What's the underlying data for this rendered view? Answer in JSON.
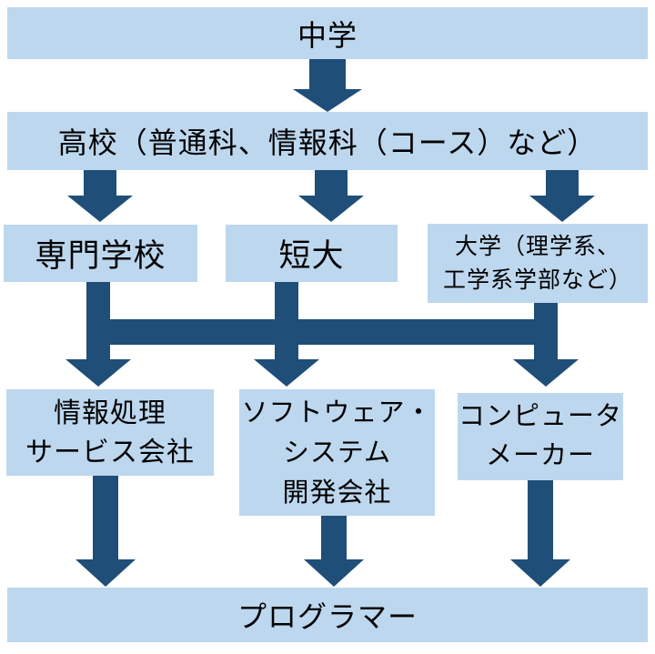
{
  "colors": {
    "box_fill": "#bdd7ee",
    "arrow": "#1f4e79",
    "text": "#000000",
    "background": "#ffffff"
  },
  "nodes": {
    "junior_high": {
      "label": "中学"
    },
    "high_school": {
      "label": "高校（普通科、情報科（コース）など）"
    },
    "vocational_school": {
      "label": "専門学校"
    },
    "junior_college": {
      "label": "短大"
    },
    "university": {
      "label": "大学（理学系、\n工学系学部など）"
    },
    "it_services": {
      "label": "情報処理\nサービス会社"
    },
    "software_dev": {
      "label": "ソフトウェア・\nシステム\n開発会社"
    },
    "computer_maker": {
      "label": "コンピュータ\nメーカー"
    },
    "programmer": {
      "label": "プログラマー"
    }
  },
  "edges": [
    {
      "from": "junior_high",
      "to": "high_school"
    },
    {
      "from": "high_school",
      "to": "vocational_school"
    },
    {
      "from": "high_school",
      "to": "junior_college"
    },
    {
      "from": "high_school",
      "to": "university"
    },
    {
      "from": "vocational_school",
      "to": "companies_merge_bar"
    },
    {
      "from": "junior_college",
      "to": "companies_merge_bar"
    },
    {
      "from": "university",
      "to": "companies_merge_bar"
    },
    {
      "from": "companies_merge_bar",
      "to": "it_services"
    },
    {
      "from": "companies_merge_bar",
      "to": "software_dev"
    },
    {
      "from": "companies_merge_bar",
      "to": "computer_maker"
    },
    {
      "from": "it_services",
      "to": "programmer"
    },
    {
      "from": "software_dev",
      "to": "programmer"
    },
    {
      "from": "computer_maker",
      "to": "programmer"
    }
  ]
}
